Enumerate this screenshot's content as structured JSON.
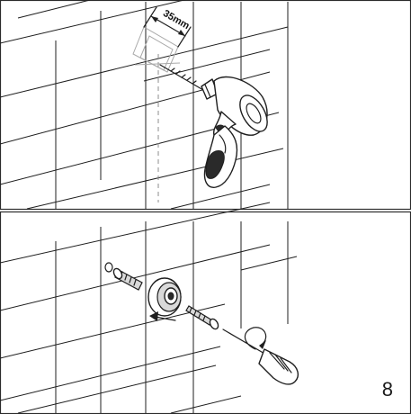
{
  "figure": {
    "dimension_label": "35mm",
    "step_number": "8"
  },
  "panels": [
    {
      "name": "drill-step",
      "tool": "drill-icon"
    },
    {
      "name": "mount-step",
      "tools": [
        "wall-plug-icon",
        "mounting-flange-icon",
        "screw-icon",
        "screwdriver-icon"
      ]
    }
  ],
  "colors": {
    "line": "#1f1f1f",
    "guide": "#8c8c8c",
    "fill_gray": "#d9d9d9"
  }
}
